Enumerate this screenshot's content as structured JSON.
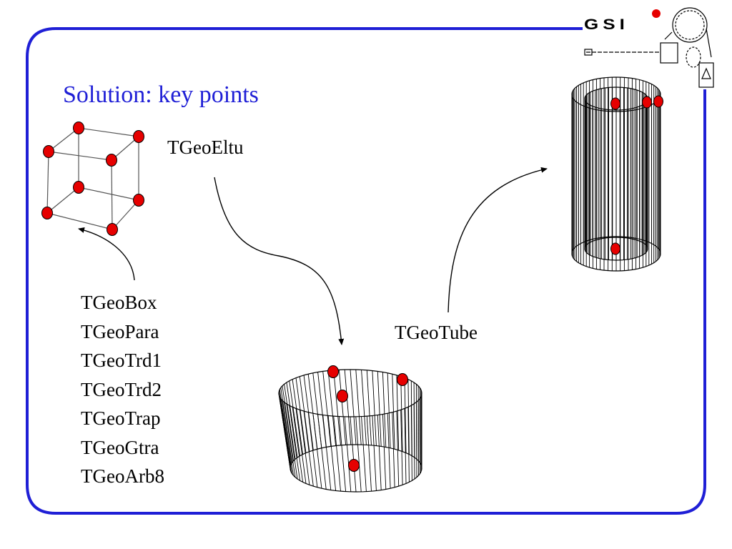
{
  "slide": {
    "title": "Solution: key points",
    "frame_color": "#1f1fd6",
    "point_color": "#e60000"
  },
  "logo": {
    "text": "GSI",
    "accent_color": "#e60000"
  },
  "labels": {
    "eltu": "TGeoEltu",
    "tube": "TGeoTube"
  },
  "box_shapes": [
    "TGeoBox",
    "TGeoPara",
    "TGeoTrd1",
    "TGeoTrd2",
    "TGeoTrap",
    "TGeoGtra",
    "TGeoArb8"
  ]
}
